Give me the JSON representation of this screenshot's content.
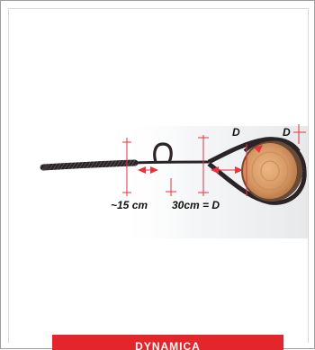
{
  "diagram": {
    "label_loop": "~15 cm",
    "label_length": "30cm = D",
    "label_d_left": "D",
    "label_d_right": "D"
  },
  "cta": {
    "label": "DYNAMICA"
  },
  "colors": {
    "accent": "#e3262b",
    "dimension": "#e8333a",
    "rope": "#2a2426",
    "log_core": "#d79a66",
    "log_bark": "#6b4a35"
  }
}
